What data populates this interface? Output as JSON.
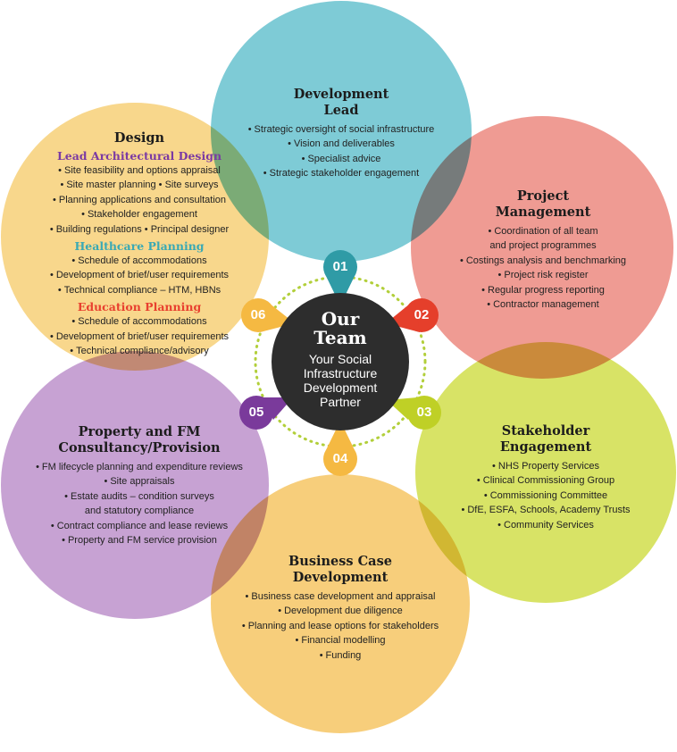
{
  "center": {
    "title_line1": "Our",
    "title_line2": "Team",
    "subtitle_lines": [
      "Your Social",
      "Infrastructure",
      "Development",
      "Partner"
    ]
  },
  "colors": {
    "development_lead": "#7ecbd6",
    "project_management": "#ef9b93",
    "stakeholder_engagement": "#d8e366",
    "business_case": "#f7ce7b",
    "property_fm": "#c7a2d3",
    "design": "#f8d78c",
    "center": "#2d2d2d",
    "ring": "#b2cf3a",
    "lead_architectural": "#7b3aa3",
    "healthcare": "#3aa9b4",
    "education": "#e8402f"
  },
  "numbers": [
    "01",
    "02",
    "03",
    "04",
    "05",
    "06"
  ],
  "sections": {
    "development_lead": {
      "title_lines": [
        "Development",
        "Lead"
      ],
      "items": [
        "Strategic oversight of social infrastructure",
        "Vision and deliverables",
        "Specialist advice",
        "Strategic stakeholder engagement"
      ]
    },
    "project_management": {
      "title_lines": [
        "Project",
        "Management"
      ],
      "items": [
        "Coordination of all team",
        "and project programmes",
        "Costings analysis and benchmarking",
        "Project risk register",
        "Regular progress reporting",
        "Contractor management"
      ]
    },
    "stakeholder_engagement": {
      "title_lines": [
        "Stakeholder",
        "Engagement"
      ],
      "items": [
        "NHS Property Services",
        "Clinical Commissioning Group",
        "Commissioning Committee",
        "DfE, ESFA, Schools, Academy Trusts",
        "Community Services"
      ]
    },
    "business_case": {
      "title_lines": [
        "Business Case",
        "Development"
      ],
      "items": [
        "Business case development and appraisal",
        "Development due diligence",
        "Planning and lease options for stakeholders",
        "Financial modelling",
        "Funding"
      ]
    },
    "property_fm": {
      "title_lines": [
        "Property and FM",
        "Consultancy/Provision"
      ],
      "items": [
        "FM lifecycle planning and expenditure reviews",
        "Site appraisals",
        "Estate audits – condition surveys",
        "and statutory compliance",
        "Contract compliance and lease reviews",
        "Property and FM service provision"
      ]
    },
    "design": {
      "title": "Design",
      "groups": [
        {
          "heading": "Lead Architectural Design",
          "items": [
            "Site feasibility and options appraisal",
            "Site master planning  • Site surveys",
            "Planning applications and consultation",
            "Stakeholder engagement",
            "Building regulations • Principal designer"
          ]
        },
        {
          "heading": "Healthcare Planning",
          "items": [
            "Schedule of accommodations",
            "Development of brief/user requirements",
            "Technical compliance – HTM, HBNs"
          ]
        },
        {
          "heading": "Education Planning",
          "items": [
            "Schedule of accommodations",
            "Development of brief/user requirements",
            "Technical compliance/advisory"
          ]
        }
      ]
    }
  }
}
